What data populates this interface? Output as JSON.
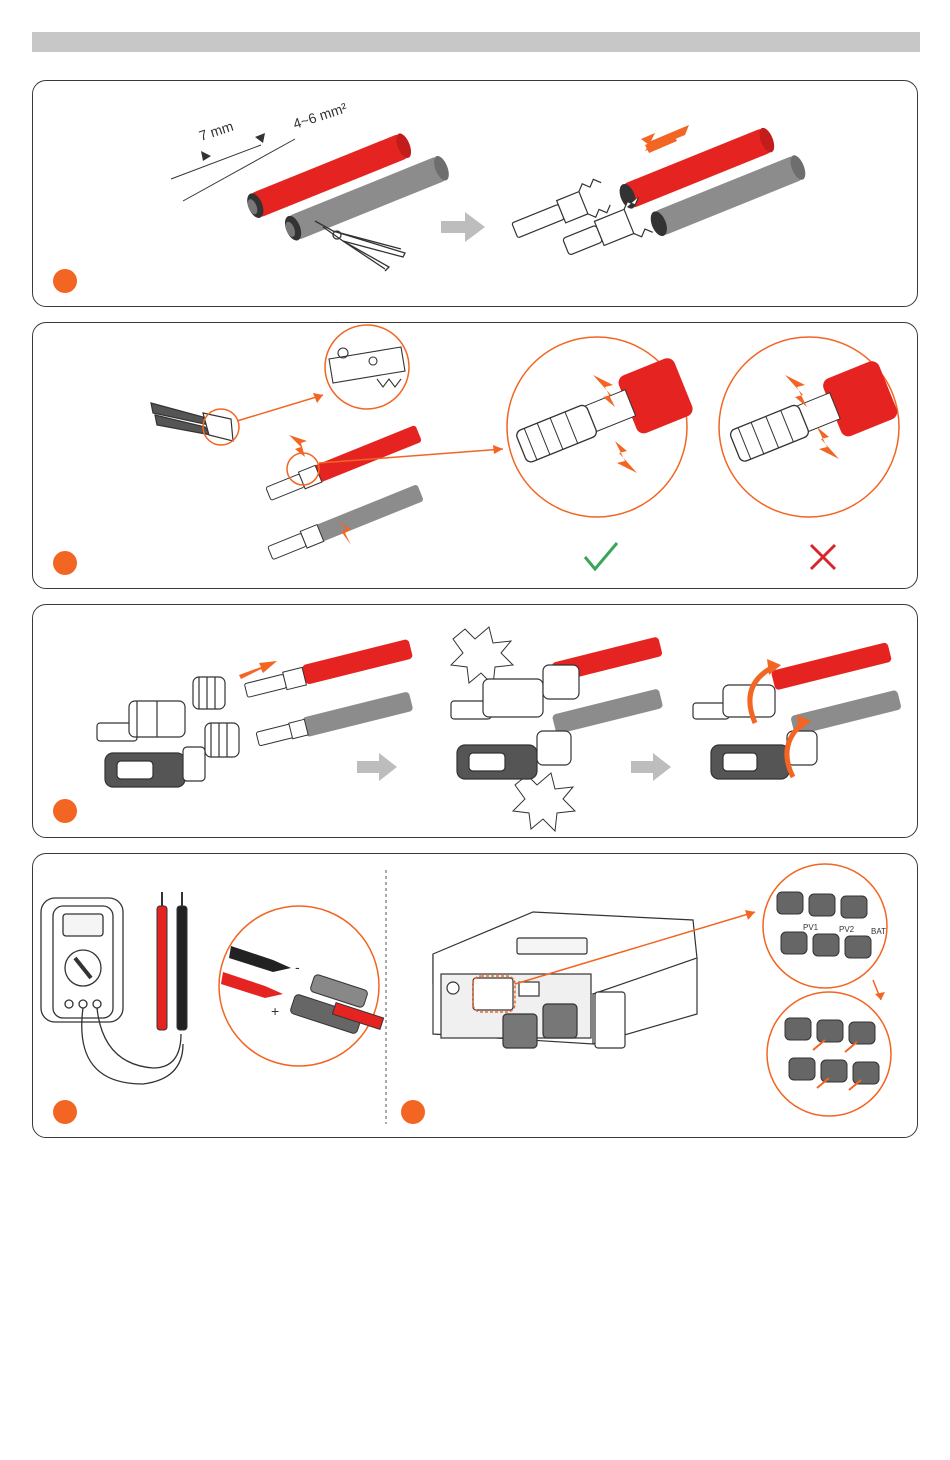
{
  "colors": {
    "accent": "#f26522",
    "red_cable": "#e52421",
    "grey_cable": "#8c8c8c",
    "ok": "#3aa655",
    "bad": "#d9262c",
    "arrow_grey": "#bdbdbd"
  },
  "step1": {
    "strip_length": "7 mm",
    "cross_section": "4~6 mm²"
  },
  "step4": {
    "minus_sign": "-",
    "plus_sign": "+",
    "connector_labels": [
      "PV1",
      "PV2",
      "BAT"
    ]
  },
  "icons": {
    "ok": "check-icon",
    "bad": "cross-icon"
  }
}
